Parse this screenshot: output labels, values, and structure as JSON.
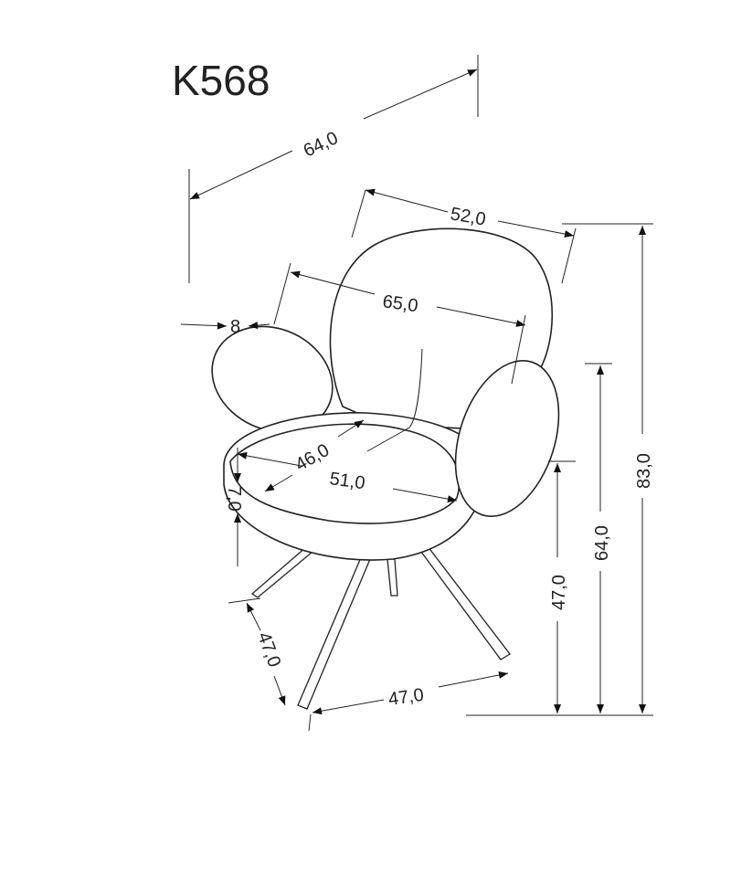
{
  "title": "K568",
  "dimensions": {
    "overall_depth": "64,0",
    "back_width": "52,0",
    "arm_span": "65,0",
    "arm_thickness": "8",
    "seat_depth": "46,0",
    "seat_width": "51,0",
    "seat_thickness": "7,0",
    "base_depth": "47,0",
    "base_width": "47,0",
    "seat_height": "47,0",
    "arm_height": "64,0",
    "total_height": "83,0"
  }
}
